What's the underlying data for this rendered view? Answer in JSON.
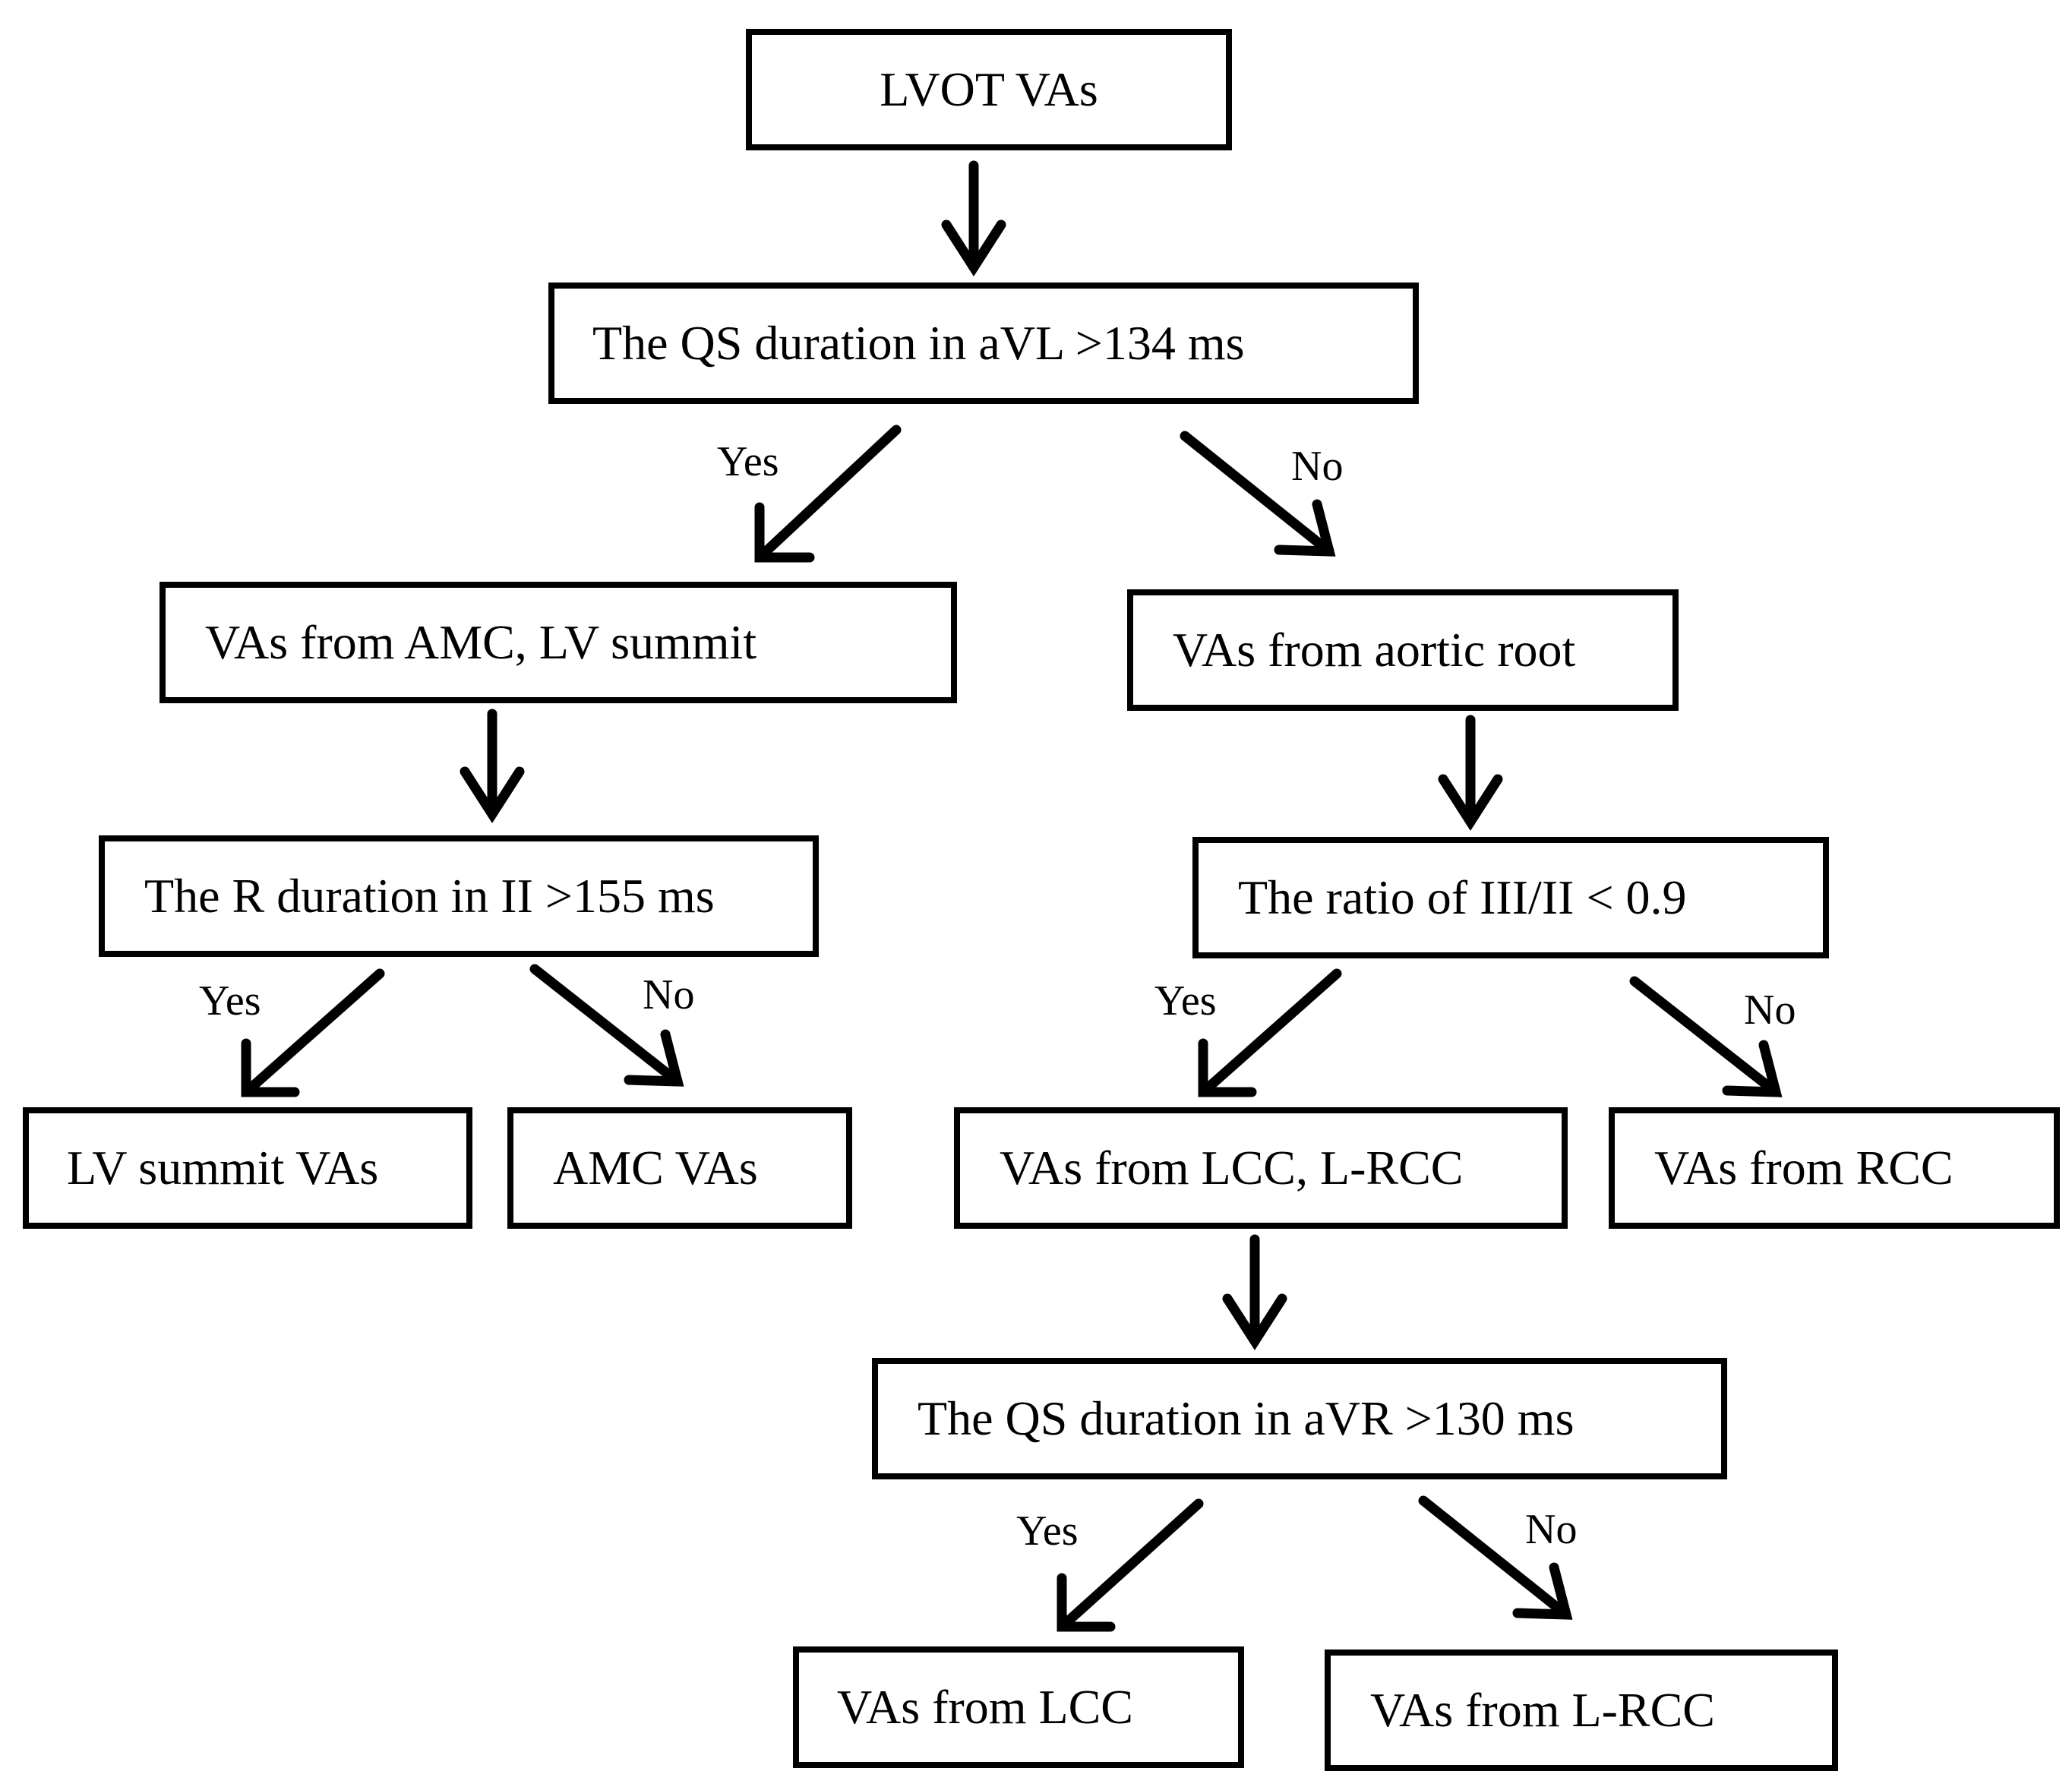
{
  "nodes": {
    "root": "LVOT VAs",
    "q1": "The QS duration in aVL >134 ms",
    "amc_lv": "VAs from AMC, LV summit",
    "aortic_root": "VAs from aortic root",
    "q2": "The R duration in II >155 ms",
    "q3": "The ratio of III/II < 0.9",
    "lv_summit": "LV summit VAs",
    "amc": "AMC VAs",
    "lcc_lrcc": "VAs from LCC, L-RCC",
    "rcc": "VAs from RCC",
    "q4": "The QS duration in aVR >130 ms",
    "lcc": "VAs from LCC",
    "lrcc": "VAs from L-RCC"
  },
  "edge_labels": {
    "q1_yes": "Yes",
    "q1_no": "No",
    "q2_yes": "Yes",
    "q2_no": "No",
    "q3_yes": "Yes",
    "q3_no": "No",
    "q4_yes": "Yes",
    "q4_no": "No"
  }
}
